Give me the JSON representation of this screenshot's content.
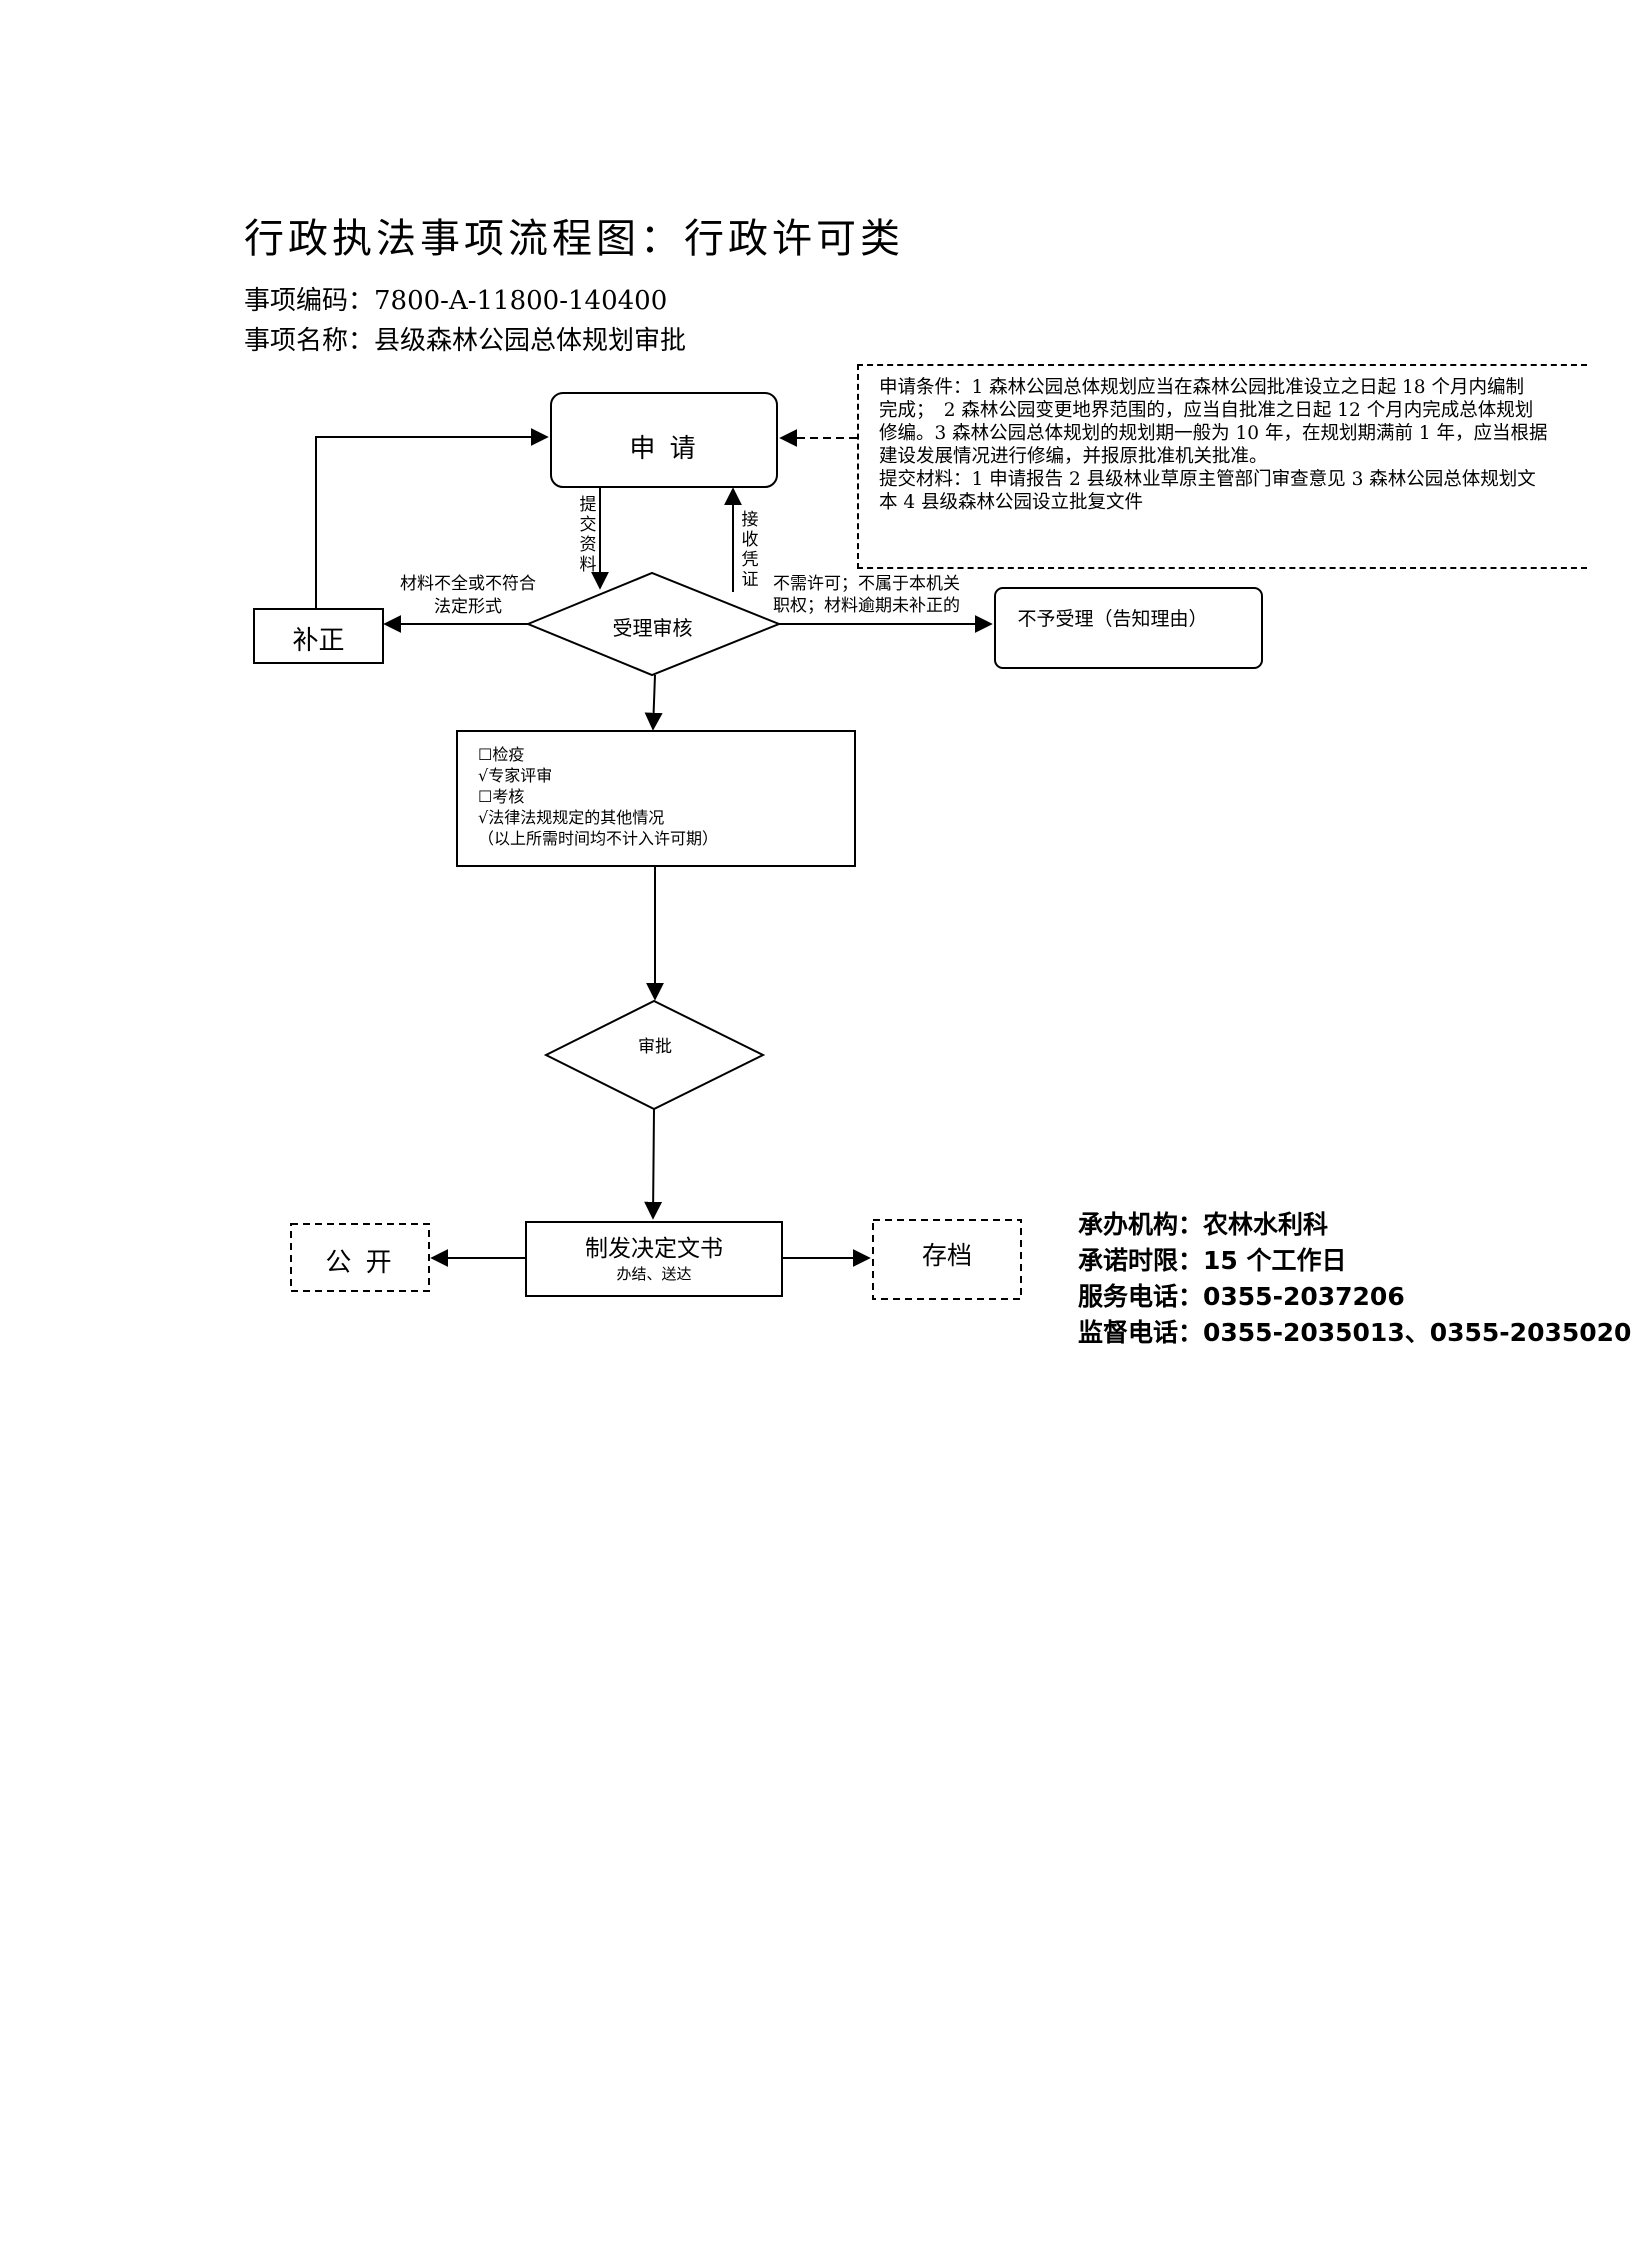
{
  "header": {
    "title": "行政执法事项流程图：行政许可类",
    "code_line": "事项编码：7800-A-11800-140400",
    "name_line": "事项名称：县级森林公园总体规划审批"
  },
  "nodes": {
    "apply": "申 请",
    "review": "受理审核",
    "correction": "补正",
    "reject": "不予受理（告知理由）",
    "approve": "审批",
    "decision": "制发决定文书",
    "decision_sub": "办结、送达",
    "publicize": "公 开",
    "archive": "存档"
  },
  "note": {
    "lines": [
      "申请条件：1 森林公园总体规划应当在森林公园批准设立之日起 18 个月内编制",
      "完成；　2 森林公园变更地界范围的，应当自批准之日起 12 个月内完成总体规划",
      "修编。3 森林公园总体规划的规划期一般为 10 年，在规划期满前 1 年，应当根据",
      "建设发展情况进行修编，并报原批准机关批准。",
      "提交材料：1 申请报告 2 县级林业草原主管部门审查意见 3 森林公园总体规划文",
      "本 4 县级森林公园设立批复文件"
    ]
  },
  "checklist": {
    "items": [
      {
        "mark": "☐",
        "label": "检疫"
      },
      {
        "mark": "√",
        "label": "专家评审"
      },
      {
        "mark": "☐",
        "label": "考核"
      },
      {
        "mark": "√",
        "label": "法律法规规定的其他情况"
      }
    ],
    "footnote": "（以上所需时间均不计入许可期）"
  },
  "edges": {
    "submit": "提交资料",
    "receipt": "接收凭证",
    "incomplete_line1": "材料不全或不符合",
    "incomplete_line2": "法定形式",
    "reject_line1": "不需许可；不属于本机关",
    "reject_line2": "职权；材料逾期未补正的"
  },
  "org_info": {
    "agency": "承办机构：农林水利科",
    "deadline": "承诺时限：15 个工作日",
    "service_phone": "服务电话：0355-2037206",
    "supervision_phone": "监督电话：0355-2035013、0355-2035020"
  }
}
